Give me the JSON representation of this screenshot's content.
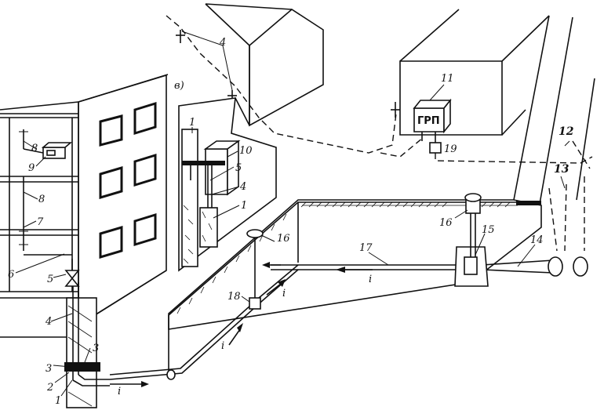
{
  "figure": {
    "inset_label": "в)",
    "cabinet_label": "ГРП",
    "callouts": {
      "c1": "1",
      "c2": "2",
      "c3": "3",
      "c4": "4",
      "c5": "5",
      "c6": "6",
      "c7": "7",
      "c8": "8",
      "c9": "9",
      "c10": "10",
      "c11": "11",
      "c12": "12",
      "c13": "13",
      "c14": "14",
      "c15": "15",
      "c16": "16",
      "c17": "17",
      "c18": "18",
      "c19": "19"
    },
    "slope_label": "i"
  }
}
